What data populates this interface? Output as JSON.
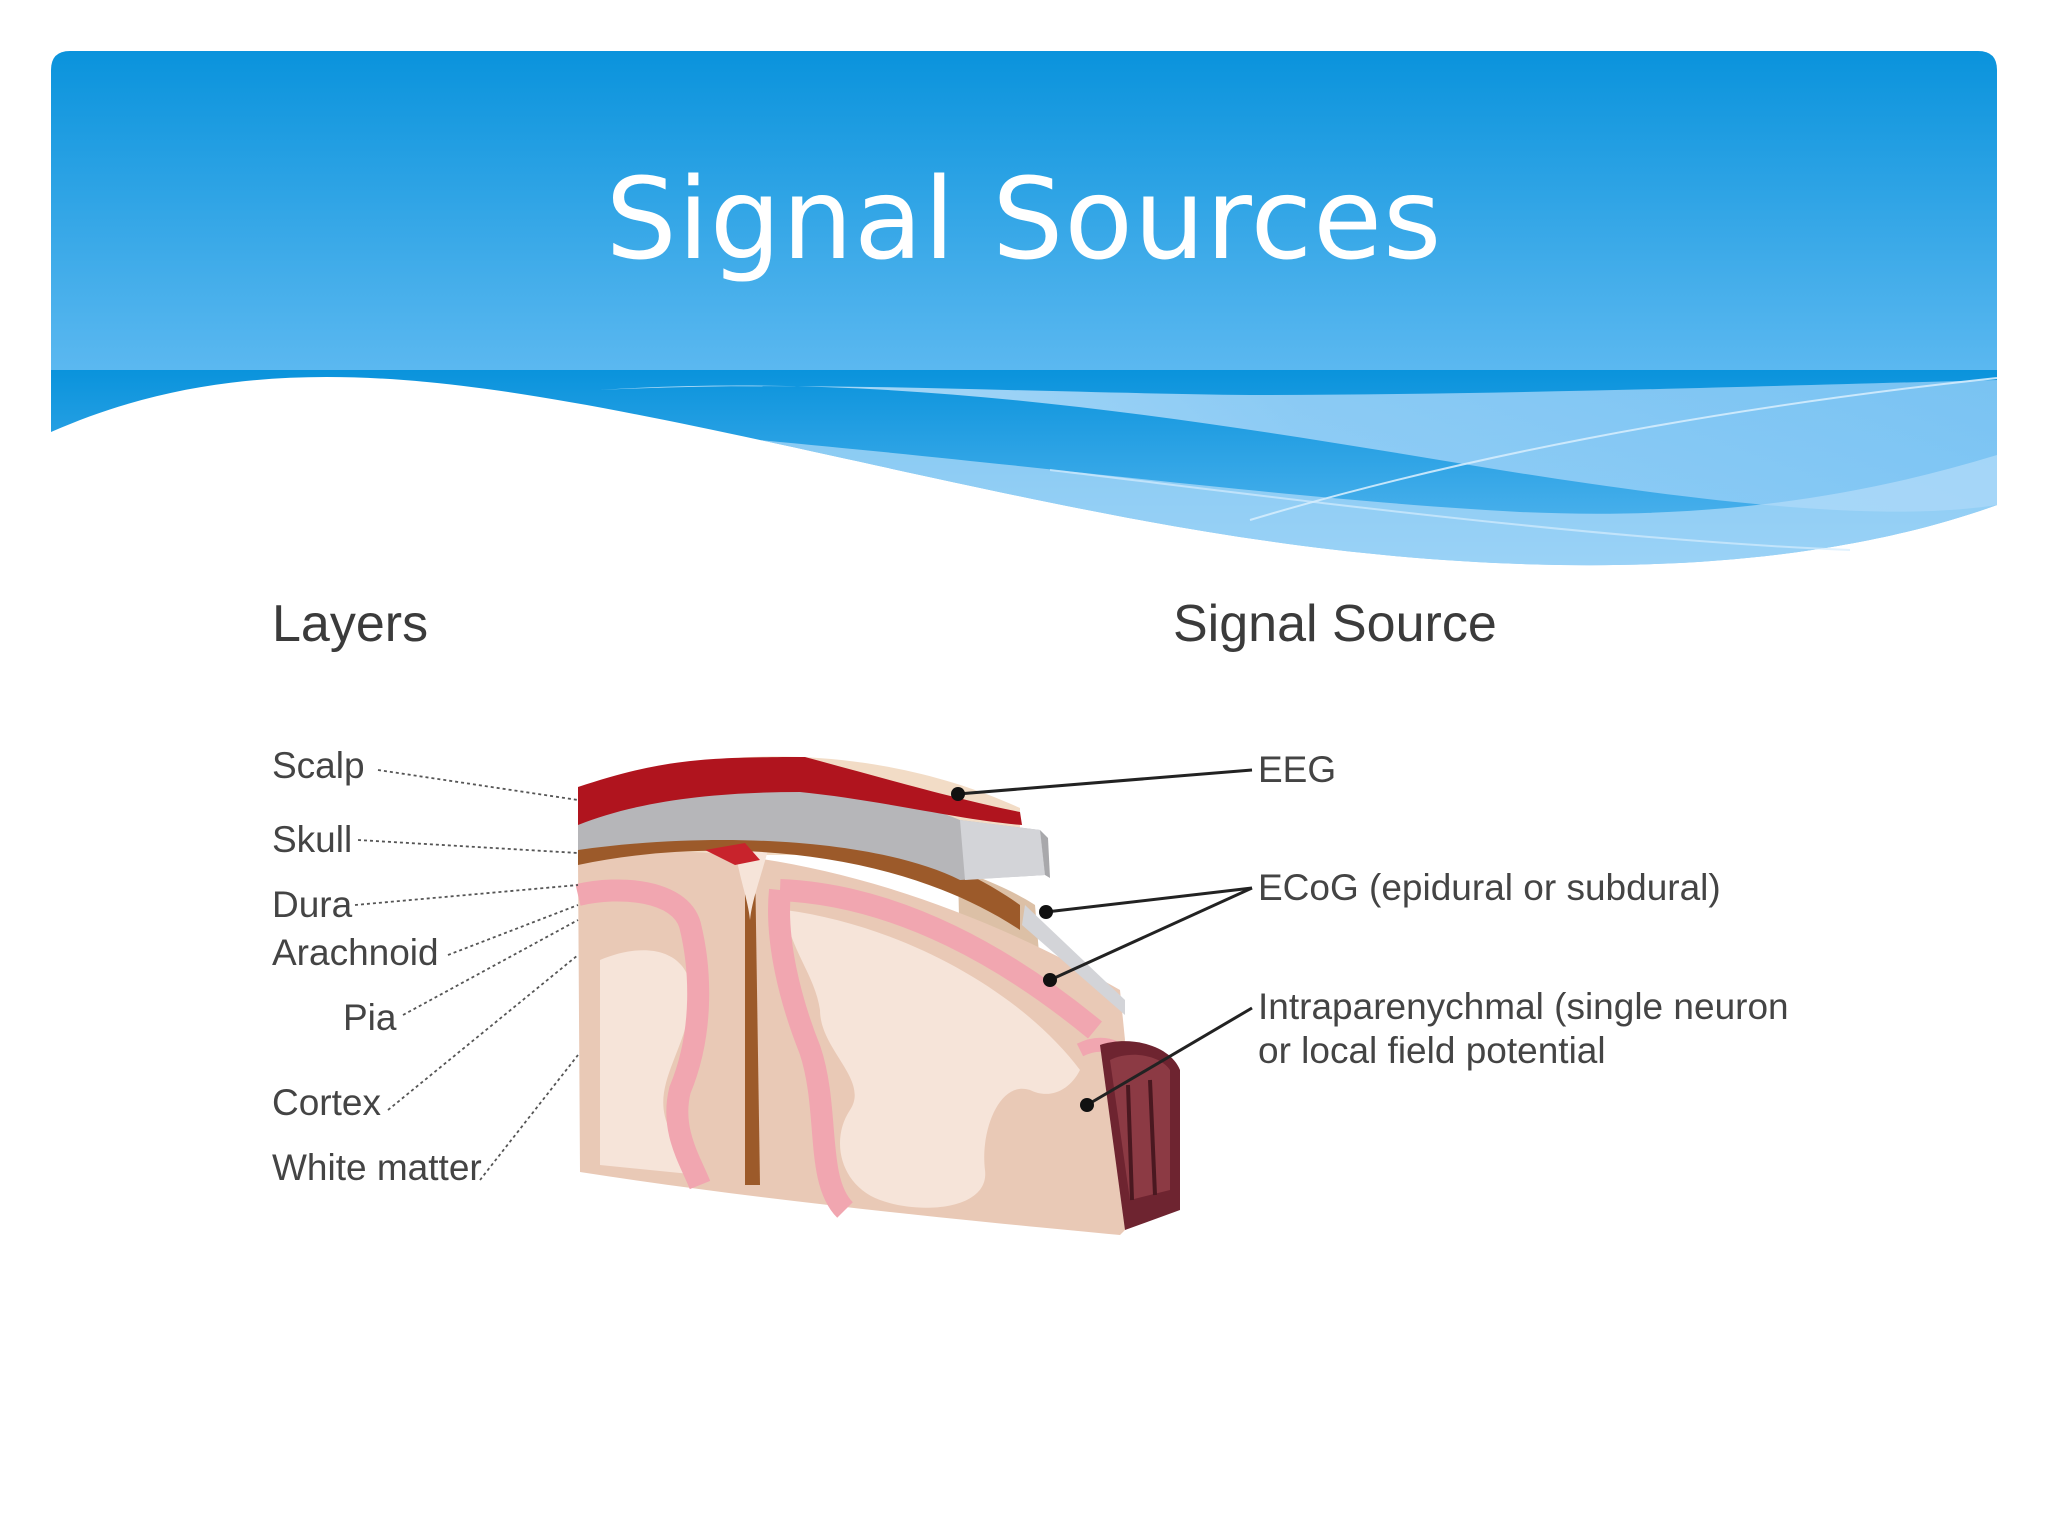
{
  "slide": {
    "title": "Signal Sources",
    "colors": {
      "banner_top": "#0a93dc",
      "banner_bottom": "#5bb8f0",
      "wave_light": "#aad9fa"
    }
  },
  "diagram": {
    "layers_heading": "Layers",
    "source_heading": "Signal Source",
    "layers": [
      "Scalp",
      "Skull",
      "Dura",
      "Arachnoid",
      "Pia",
      "Cortex",
      "White matter"
    ],
    "sources": {
      "eeg": "EEG",
      "ecog": "ECoG (epidural or subdural)",
      "intra_line1": "Intraparenychmal (single neuron",
      "intra_line2": "or local field potential"
    },
    "colors": {
      "scalp": "#b0141e",
      "skull": "#b6b6b9",
      "dura": "#9c5a2a",
      "pia": "#f1a6b0",
      "grey_matter": "#e9c9b6",
      "white_matter": "#f6e4d9"
    }
  }
}
